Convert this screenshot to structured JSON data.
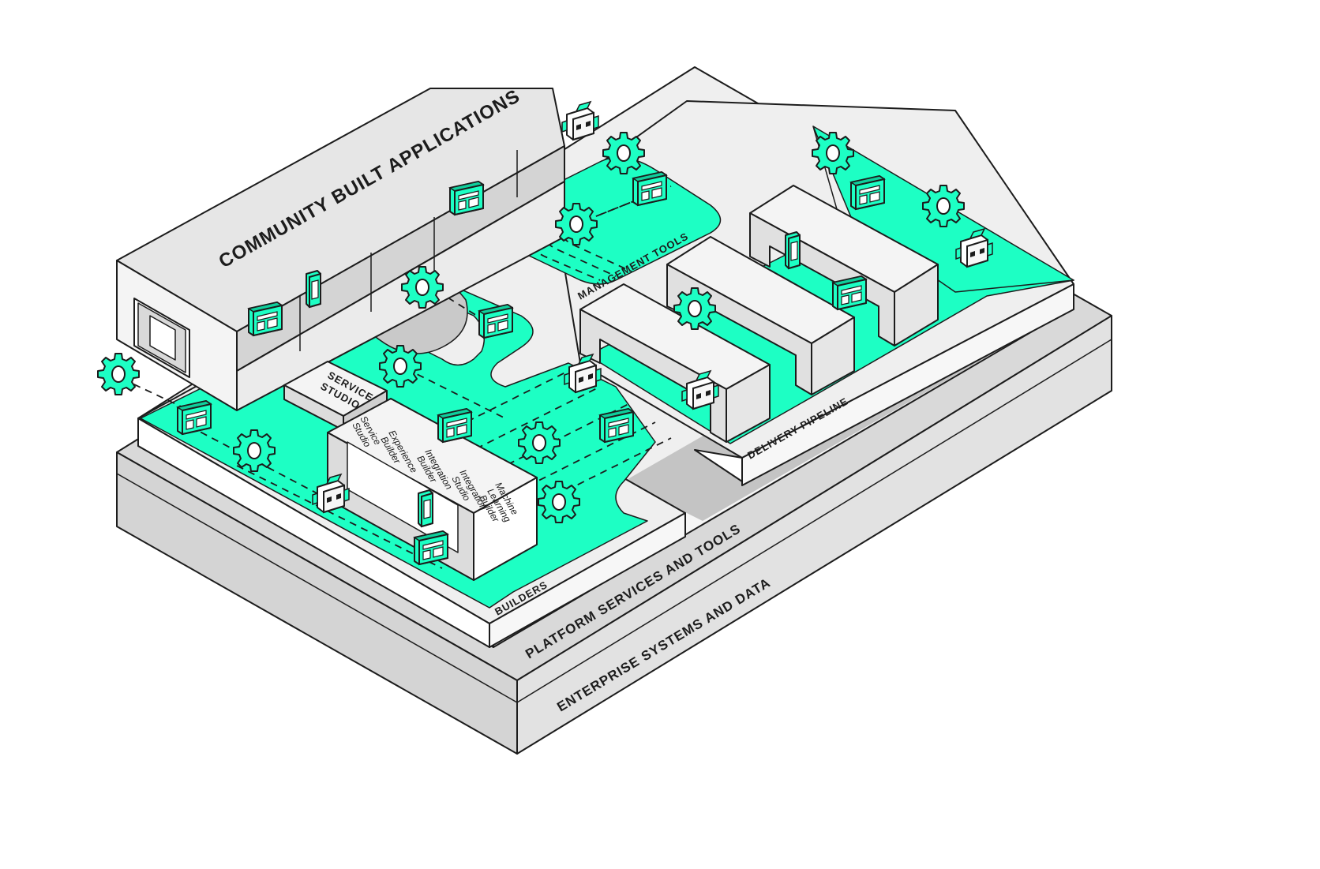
{
  "labels": {
    "community": "COMMUNITY BUILT APPLICATIONS",
    "management": "MANAGEMENT TOOLS",
    "delivery": "DELIVERY PIPELINE",
    "builders": "BUILDERS",
    "platform": "PLATFORM SERVICES AND TOOLS",
    "enterprise": "ENTERPRISE SYSTEMS AND DATA",
    "service_studio_top": "SERVICE",
    "service_studio_bottom": "STUDIO",
    "tools": [
      [
        "Service",
        "Studio"
      ],
      [
        "Experience",
        "Builder"
      ],
      [
        "Integration",
        "Builder"
      ],
      [
        "Integration",
        "Studio"
      ],
      [
        "Machine",
        "Learning",
        "Builder"
      ]
    ]
  },
  "colors": {
    "accent": "#1DFFC4",
    "surface": "#F1F2F1",
    "shade": "#D9D9D9",
    "dark_shade": "#BFBFBF",
    "line": "#1C1C1C"
  },
  "icons": [
    "gear-icon",
    "window-icon",
    "robot-icon",
    "phone-icon"
  ]
}
